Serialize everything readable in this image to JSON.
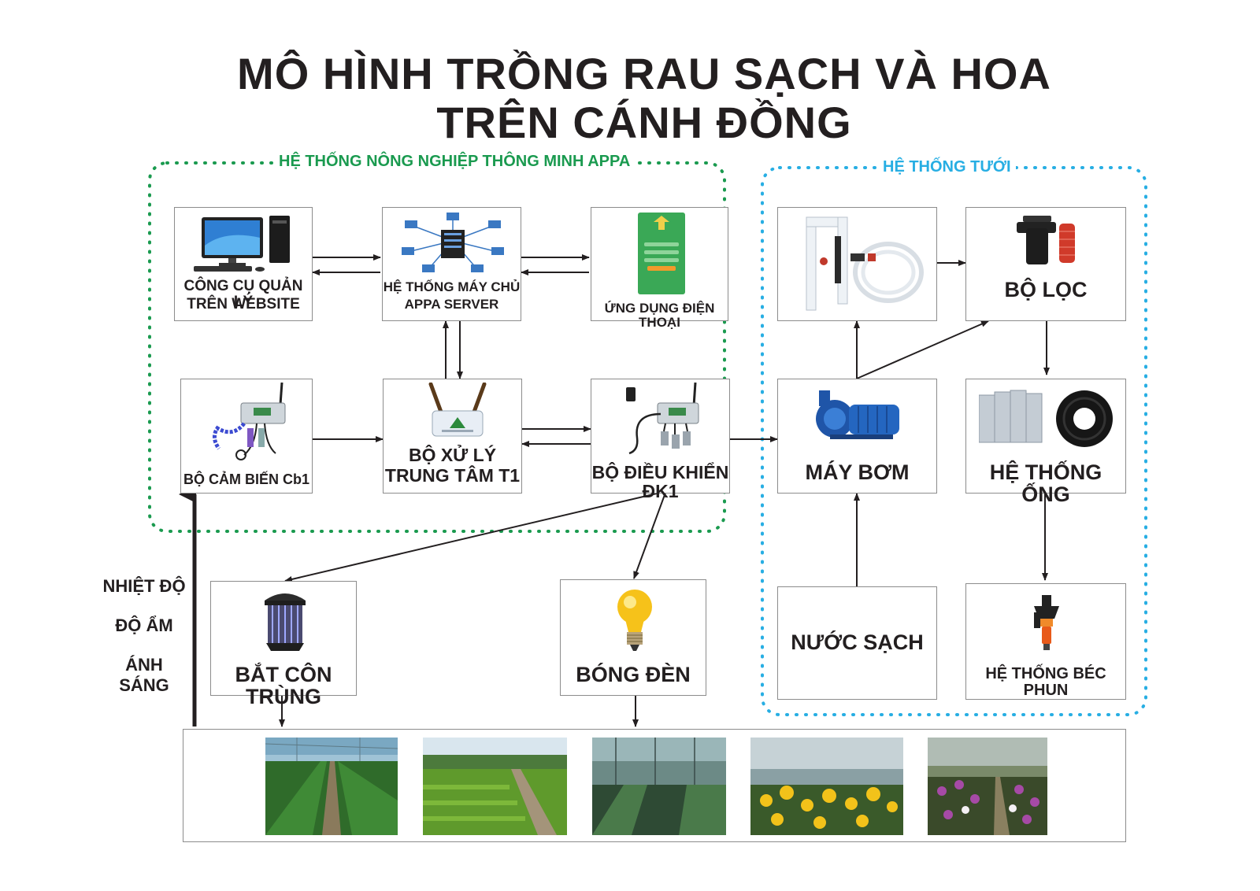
{
  "title": {
    "line1": "MÔ HÌNH TRỒNG RAU SẠCH VÀ HOA",
    "line2": "TRÊN CÁNH ĐỒNG"
  },
  "groups": {
    "appa": {
      "label": "HỆ THỐNG NÔNG NGHIỆP THÔNG MINH APPA",
      "color": "#1a9a4f"
    },
    "irrigation": {
      "label": "HỆ THỐNG TƯỚI",
      "color": "#27aee3"
    }
  },
  "nodes": {
    "web_tool": {
      "label_1": "CÔNG CỤ QUẢN LÝ",
      "label_2": "TRÊN WEBSITE",
      "icon": "desktop-computer-icon"
    },
    "server": {
      "label_1": "HỆ THỐNG  MÁY CHỦ",
      "label_2": "APPA SERVER",
      "icon": "server-network-icon"
    },
    "phone_app": {
      "label": "ỨNG DỤNG ĐIỆN THOẠI",
      "icon": "smartphone-app-icon"
    },
    "sensor": {
      "label": "BỘ CẢM BIẾN Cb1",
      "icon": "sensor-device-icon"
    },
    "processor": {
      "label_1": "BỘ XỬ LÝ",
      "label_2": "TRUNG TÂM T1",
      "icon": "router-icon"
    },
    "controller": {
      "label": "BỘ ĐIỀU KHIỂN ĐK1",
      "icon": "controller-device-icon"
    },
    "injector": {
      "icon": "fertilizer-injector-icon"
    },
    "filter": {
      "label": "BỘ LỌC",
      "icon": "filter-icon"
    },
    "pump": {
      "label": "MÁY BƠM",
      "icon": "water-pump-icon"
    },
    "pipes": {
      "label": "HỆ THỐNG ỐNG",
      "icon": "pipes-icon"
    },
    "clean_water": {
      "label": "NƯỚC SẠCH"
    },
    "sprinkler": {
      "label": "HỆ THỐNG BÉC PHUN",
      "icon": "sprinkler-icon"
    },
    "insect_trap": {
      "label": "BẮT CÔN TRÙNG",
      "icon": "insect-trap-icon"
    },
    "bulb": {
      "label": "BÓNG ĐÈN",
      "icon": "light-bulb-icon"
    }
  },
  "environment": [
    "NHIỆT ĐỘ",
    "ĐỘ ẨM",
    "ÁNH SÁNG"
  ],
  "photos": [
    "field-photo-icon",
    "lettuce-field-photo-icon",
    "greenhouse-photo-icon",
    "yellow-orchid-photo-icon",
    "purple-orchid-photo-icon"
  ]
}
